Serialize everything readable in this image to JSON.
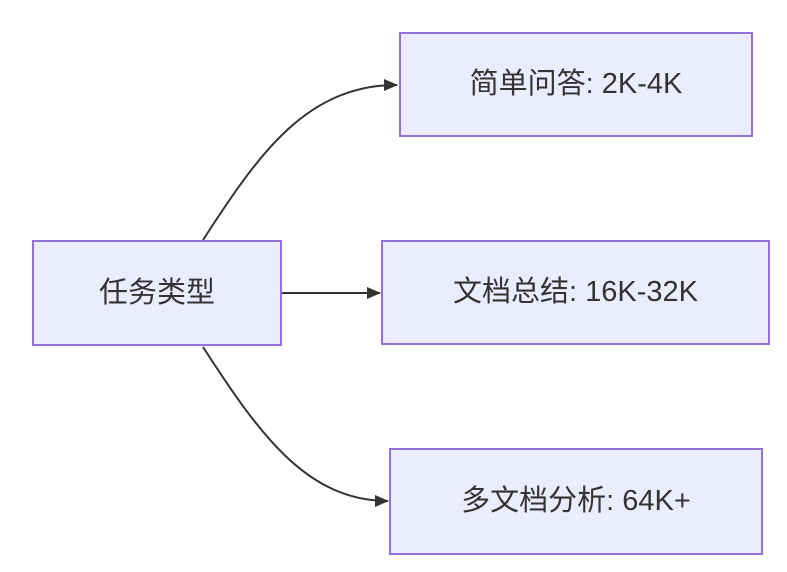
{
  "diagram": {
    "type": "flowchart",
    "direction": "left-to-right",
    "root": {
      "id": "task-type",
      "label": "任务类型"
    },
    "branches": [
      {
        "id": "simple-qa",
        "label": "简单问答: 2K-4K"
      },
      {
        "id": "doc-summary",
        "label": "文档总结: 16K-32K"
      },
      {
        "id": "multi-doc",
        "label": "多文档分析: 64K+"
      }
    ],
    "edges": [
      {
        "from": "task-type",
        "to": "simple-qa"
      },
      {
        "from": "task-type",
        "to": "doc-summary"
      },
      {
        "from": "task-type",
        "to": "multi-doc"
      }
    ],
    "colors": {
      "node_fill": "#ECECFF",
      "node_border": "#9370DB",
      "edge_line": "#333333",
      "text": "#333333",
      "background": "#FFFFFF"
    }
  }
}
